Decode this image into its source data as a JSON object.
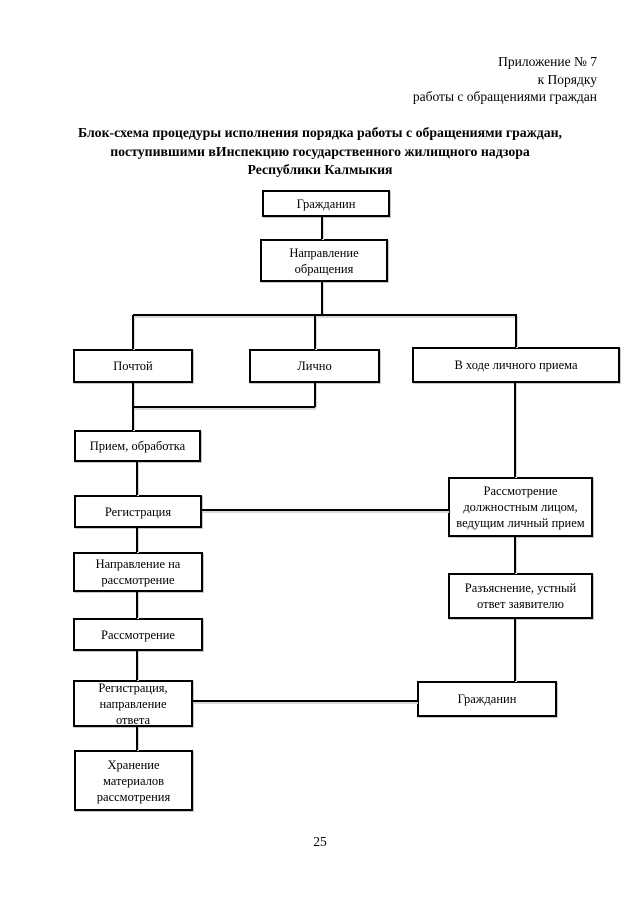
{
  "header": {
    "lines": [
      "Приложение № 7",
      "к Порядку",
      "работы с обращениями граждан"
    ]
  },
  "title": {
    "lines": [
      "Блок-схема процедуры исполнения порядка работы с обращениями граждан,",
      "поступившими вИнспекцию государственного жилищного надзора",
      "Республики Калмыкия"
    ]
  },
  "flowchart": {
    "nodes": {
      "citizen_top": {
        "label": "Гражданин"
      },
      "direction": {
        "label": "Направление обращения"
      },
      "mail": {
        "label": "Почтой"
      },
      "in_person": {
        "label": "Лично"
      },
      "reception": {
        "label": "В ходе личного приема"
      },
      "intake": {
        "label": "Прием, обработка"
      },
      "registration": {
        "label": "Регистрация"
      },
      "review_official": {
        "label": "Рассмотрение должностным лицом, ведущим личный прием"
      },
      "send_review": {
        "label": "Направление на рассмотрение"
      },
      "clarification": {
        "label": "Разъяснение, устный ответ заявителю"
      },
      "review": {
        "label": "Рассмотрение"
      },
      "reg_response": {
        "label": "Регистрация, направление ответа"
      },
      "citizen_bottom": {
        "label": "Гражданин"
      },
      "storage": {
        "label": "Хранение материалов рассмотрения"
      }
    }
  },
  "footer": {
    "page_number": "25"
  },
  "colors": {
    "ink": "#000000",
    "paper": "#ffffff"
  }
}
